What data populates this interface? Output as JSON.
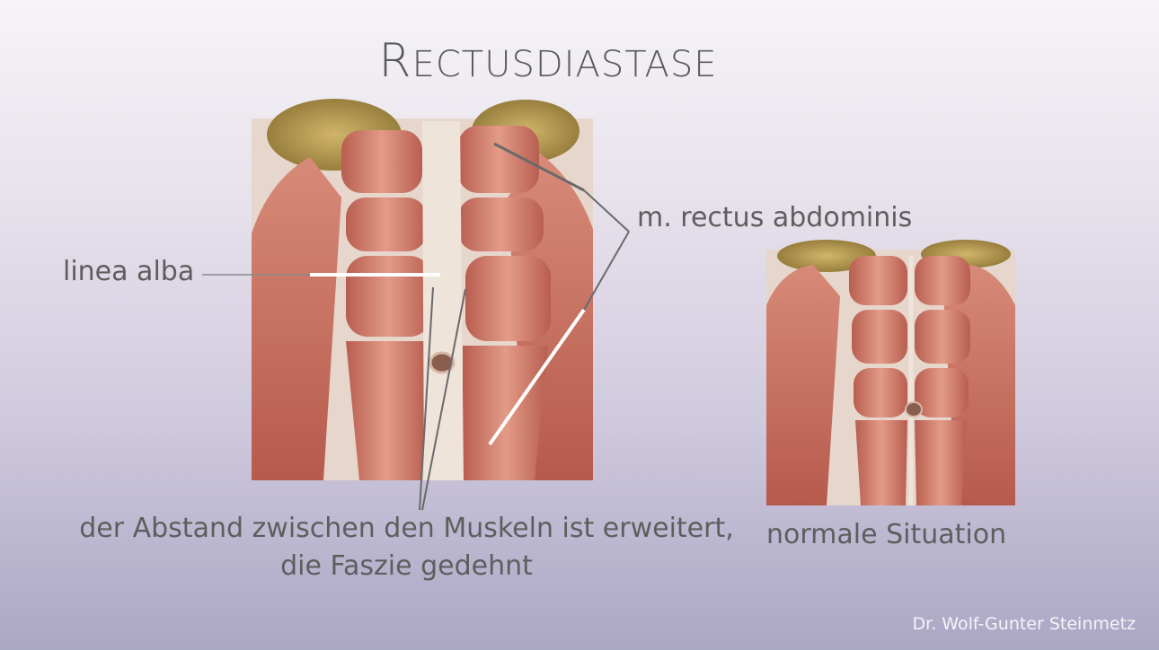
{
  "slide": {
    "title_first_letter": "R",
    "title_rest": "ECTUSDIASTASE",
    "label_linea_alba": "linea alba",
    "label_rectus": "m. rectus abdominis",
    "caption_line1": "der Abstand zwischen den Muskeln ist erweitert,",
    "caption_line2": "die Faszie gedehnt",
    "label_normal": "normale Situation",
    "author": "Dr. Wolf-Gunter Steinmetz"
  },
  "colors": {
    "muscle": "#c96e5e",
    "muscle_light": "#e0a08e",
    "fascia": "#efe4da",
    "fat": "#b59a4e",
    "pointer": "#6a6a6a",
    "pointer_white": "#ffffff"
  }
}
